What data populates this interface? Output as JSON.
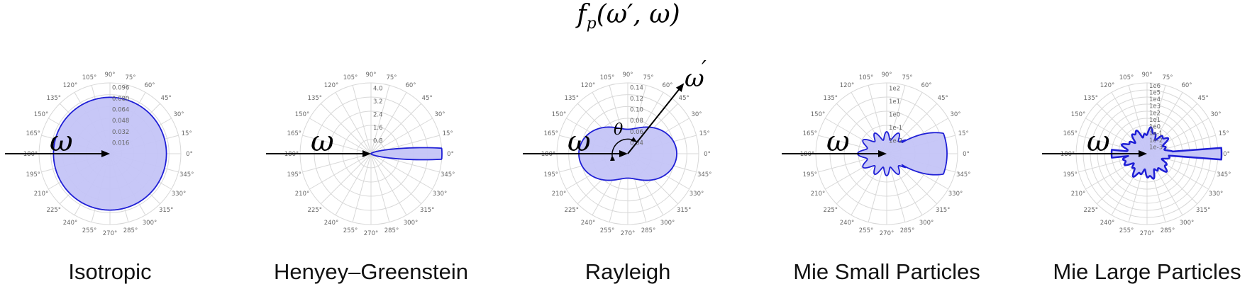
{
  "figure": {
    "title_main": "f",
    "title_sub": "p",
    "title_args": "(ω′, ω)"
  },
  "colors": {
    "lobe_fill": "#c4c4f7",
    "lobe_stroke": "#1f1fd6",
    "grid": "#d8d8d8",
    "arrow": "#000000"
  },
  "symbols": {
    "omega": "ω",
    "omega_prime": "ω",
    "prime": "′",
    "theta": "θ"
  },
  "angle_labels": [
    "0°",
    "15°",
    "30°",
    "45°",
    "60°",
    "75°",
    "90°",
    "105°",
    "120°",
    "135°",
    "150°",
    "165°",
    "180°",
    "195°",
    "210°",
    "225°",
    "240°",
    "255°",
    "270°",
    "285°",
    "300°",
    "315°",
    "330°",
    "345°"
  ],
  "panels": [
    {
      "caption": "Isotropic",
      "radial_ticks": [
        "0.016",
        "0.032",
        "0.048",
        "0.064",
        "0.080",
        "0.096"
      ],
      "shape": "isotropic",
      "radius_value": 0.0796,
      "rmax": 0.1
    },
    {
      "caption": "Henyey–Greenstein",
      "radial_ticks": [
        "0.8",
        "1.6",
        "2.4",
        "3.2",
        "4.0"
      ],
      "shape": "henyey-greenstein",
      "g": 0.85,
      "rmax": 4.8
    },
    {
      "caption": "Rayleigh",
      "radial_ticks": [
        "0.04",
        "0.06",
        "0.08",
        "0.10",
        "0.12",
        "0.14"
      ],
      "shape": "rayleigh",
      "peak_value": 0.119,
      "rmax": 0.16
    },
    {
      "caption": "Mie Small Particles",
      "radial_ticks": [
        "1e-2",
        "1e-1",
        "1e0",
        "1e1",
        "1e2"
      ],
      "shape": "mie-small",
      "log_scale": true
    },
    {
      "caption": "Mie Large Particles",
      "radial_ticks": [
        "1e-3",
        "1e-2",
        "1e-1",
        "1e0",
        "1e1",
        "1e2",
        "1e3",
        "1e4",
        "1e5",
        "1e6"
      ],
      "shape": "mie-large",
      "log_scale": true
    }
  ]
}
